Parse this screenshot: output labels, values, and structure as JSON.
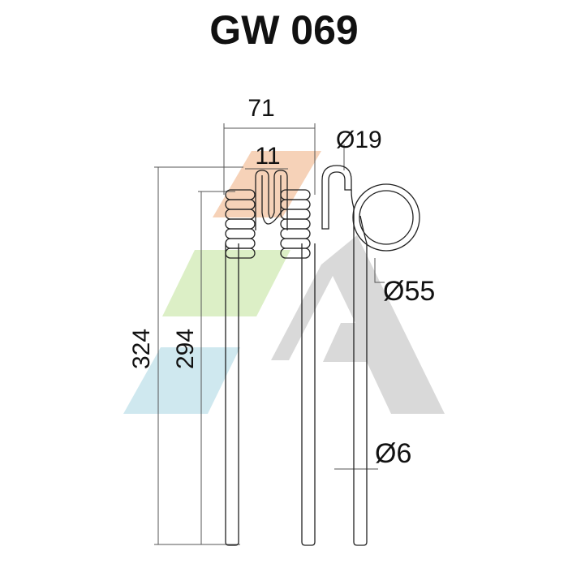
{
  "title": "GW 069",
  "dimensions": {
    "width_total": "71",
    "coil_gap": "11",
    "hook_diameter": "Ø19",
    "ring_diameter": "Ø55",
    "wire_diameter": "Ø6",
    "length_total": "324",
    "length_tine": "294"
  },
  "watermark": {
    "colors": [
      "#f6d2b8",
      "#dcefc6",
      "#cfe8ef",
      "#d9d9d9"
    ]
  }
}
